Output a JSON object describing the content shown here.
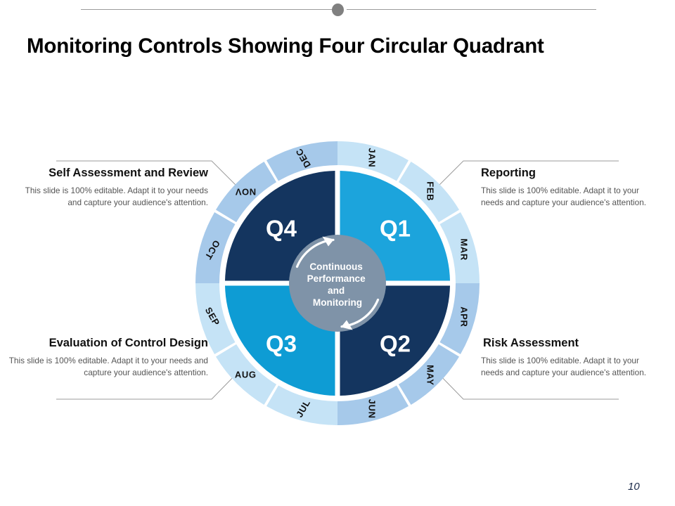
{
  "header": {
    "title": "Monitoring Controls Showing Four Circular Quadrant",
    "divider_icon": "circle-dot-divider-icon"
  },
  "body_text": "This slide is 100% editable. Adapt it to your needs and capture your audience's attention.",
  "callouts": [
    {
      "id": "top-left",
      "heading": "Self Assessment and Review",
      "body": "This slide is 100% editable. Adapt it to your needs and capture your audience's attention.",
      "quadrant": "Q4",
      "align": "right"
    },
    {
      "id": "top-right",
      "heading": "Reporting",
      "body": "This slide is 100% editable. Adapt it to your needs and capture your audience's attention.",
      "quadrant": "Q1",
      "align": "left"
    },
    {
      "id": "bottom-left",
      "heading": "Evaluation of Control Design",
      "body": "This slide is 100% editable. Adapt it to your needs and capture your audience's attention.",
      "quadrant": "Q3",
      "align": "right"
    },
    {
      "id": "bottom-right",
      "heading": "Risk Assessment",
      "body": "This slide is 100% editable. Adapt it to your needs and capture your audience's attention.",
      "quadrant": "Q2",
      "align": "left"
    }
  ],
  "wheel": {
    "hub_lines": [
      "Continuous",
      "Performance",
      "and",
      "Monitoring"
    ],
    "hub_label": "Continuous Performance and Monitoring",
    "hub_color": "#7f93a8",
    "quadrants": [
      {
        "label": "Q1",
        "color": "#1ca4dc",
        "ring_color": "#c5e3f6",
        "months": [
          "JAN",
          "FEB",
          "MAR"
        ]
      },
      {
        "label": "Q2",
        "color": "#14355f",
        "ring_color": "#a6c9ea",
        "months": [
          "APR",
          "MAY",
          "JUN"
        ]
      },
      {
        "label": "Q3",
        "color": "#0e9cd4",
        "ring_color": "#c5e3f6",
        "months": [
          "JUL",
          "AUG",
          "SEP"
        ]
      },
      {
        "label": "Q4",
        "color": "#14355f",
        "ring_color": "#a6c9ea",
        "months": [
          "OCT",
          "NOV",
          "DEC"
        ]
      }
    ],
    "months_clockwise": [
      "JAN",
      "FEB",
      "MAR",
      "APR",
      "MAY",
      "JUN",
      "JUL",
      "AUG",
      "SEP",
      "OCT",
      "NOV",
      "DEC"
    ],
    "arrow_icon": "circular-arrow-icon"
  },
  "footer": {
    "page_number": "10"
  },
  "colors": {
    "navy": "#14355f",
    "cyan": "#1ca4dc",
    "cyan_dark": "#0e9cd4",
    "ring_light": "#c5e3f6",
    "ring_mid": "#a6c9ea",
    "hub_gray": "#7f93a8",
    "title_black": "#000000",
    "body_gray": "#555555",
    "leader_gray": "#9b9b9b"
  }
}
